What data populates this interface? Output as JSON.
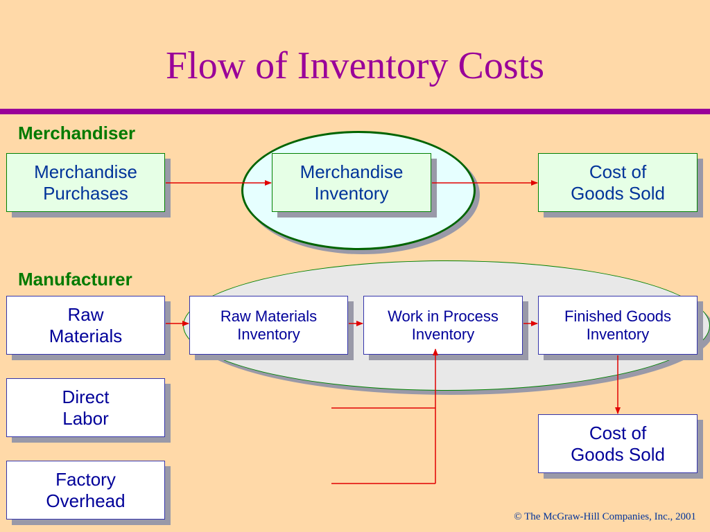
{
  "slide": {
    "title": "Flow of Inventory Costs",
    "footer": "© The McGraw-Hill Companies, Inc., 2001"
  },
  "merchandiser": {
    "label": "Merchandiser",
    "purchases": {
      "line1": "Merchandise",
      "line2": "Purchases"
    },
    "inventory": {
      "line1": "Merchandise",
      "line2": "Inventory"
    },
    "cogs": {
      "line1": "Cost of",
      "line2": "Goods Sold"
    }
  },
  "manufacturer": {
    "label": "Manufacturer",
    "raw_materials": {
      "line1": "Raw",
      "line2": "Materials"
    },
    "direct_labor": {
      "line1": "Direct",
      "line2": "Labor"
    },
    "factory_overhead": {
      "line1": "Factory",
      "line2": "Overhead"
    },
    "raw_materials_inventory": {
      "line1": "Raw Materials",
      "line2": "Inventory"
    },
    "wip_inventory": {
      "line1": "Work in Process",
      "line2": "Inventory"
    },
    "finished_goods_inventory": {
      "line1": "Finished Goods",
      "line2": "Inventory"
    },
    "cogs": {
      "line1": "Cost of",
      "line2": "Goods Sold"
    }
  },
  "colors": {
    "background": "#ffd9a8",
    "title": "#990099",
    "section_label": "#007a00",
    "arrow": "#e00000",
    "box_text": "#000099"
  }
}
